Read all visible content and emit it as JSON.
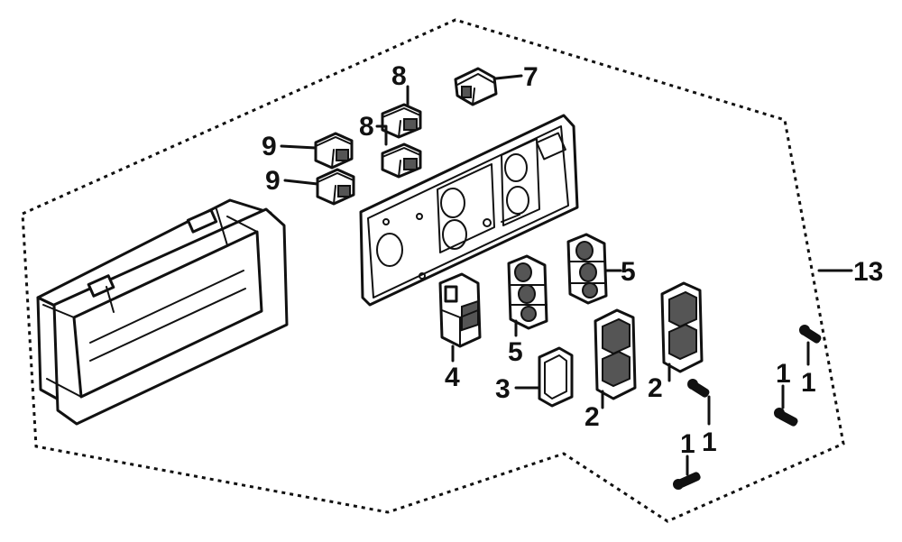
{
  "callouts": {
    "c13": "13",
    "c7": "7",
    "c8a": "8",
    "c8b": "8",
    "c9a": "9",
    "c9b": "9",
    "c5a": "5",
    "c5b": "5",
    "c4": "4",
    "c3": "3",
    "c2a": "2",
    "c2b": "2",
    "c1a": "1",
    "c1b": "1",
    "c1c": "1",
    "c1d": "1"
  }
}
